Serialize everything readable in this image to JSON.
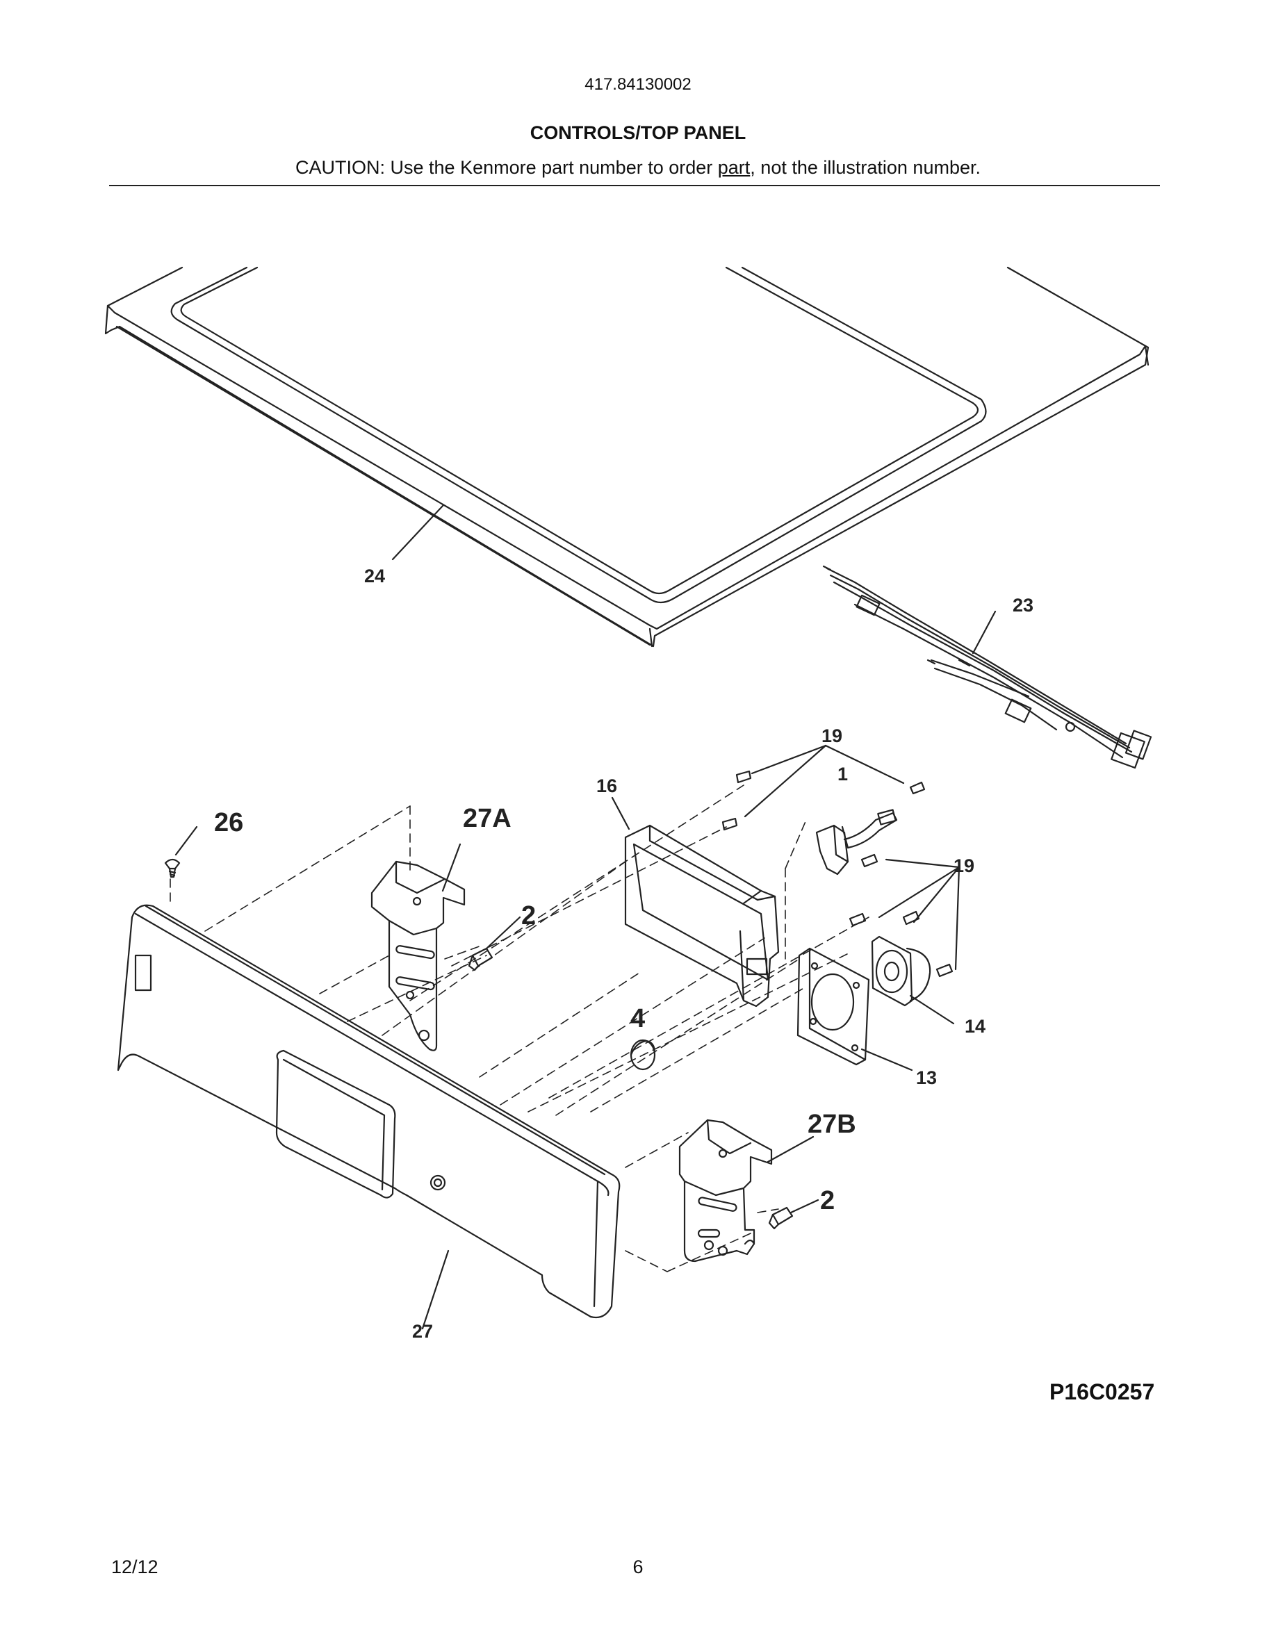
{
  "header": {
    "model_number": "417.84130002",
    "section_title": "CONTROLS/TOP PANEL",
    "caution_prefix": "CAUTION: Use the Kenmore part number to order ",
    "caution_underlined": "part",
    "caution_suffix": ", not the illustration number."
  },
  "callouts": {
    "c24": "24",
    "c23": "23",
    "c19a": "19",
    "c1": "1",
    "c16": "16",
    "c26": "26",
    "c27a": "27A",
    "c2a": "2",
    "c19b": "19",
    "c4": "4",
    "c14": "14",
    "c13": "13",
    "c27b": "27B",
    "c2b": "2",
    "c27": "27"
  },
  "figure_code": "P16C0257",
  "footer": {
    "date": "12/12",
    "page_number": "6"
  }
}
